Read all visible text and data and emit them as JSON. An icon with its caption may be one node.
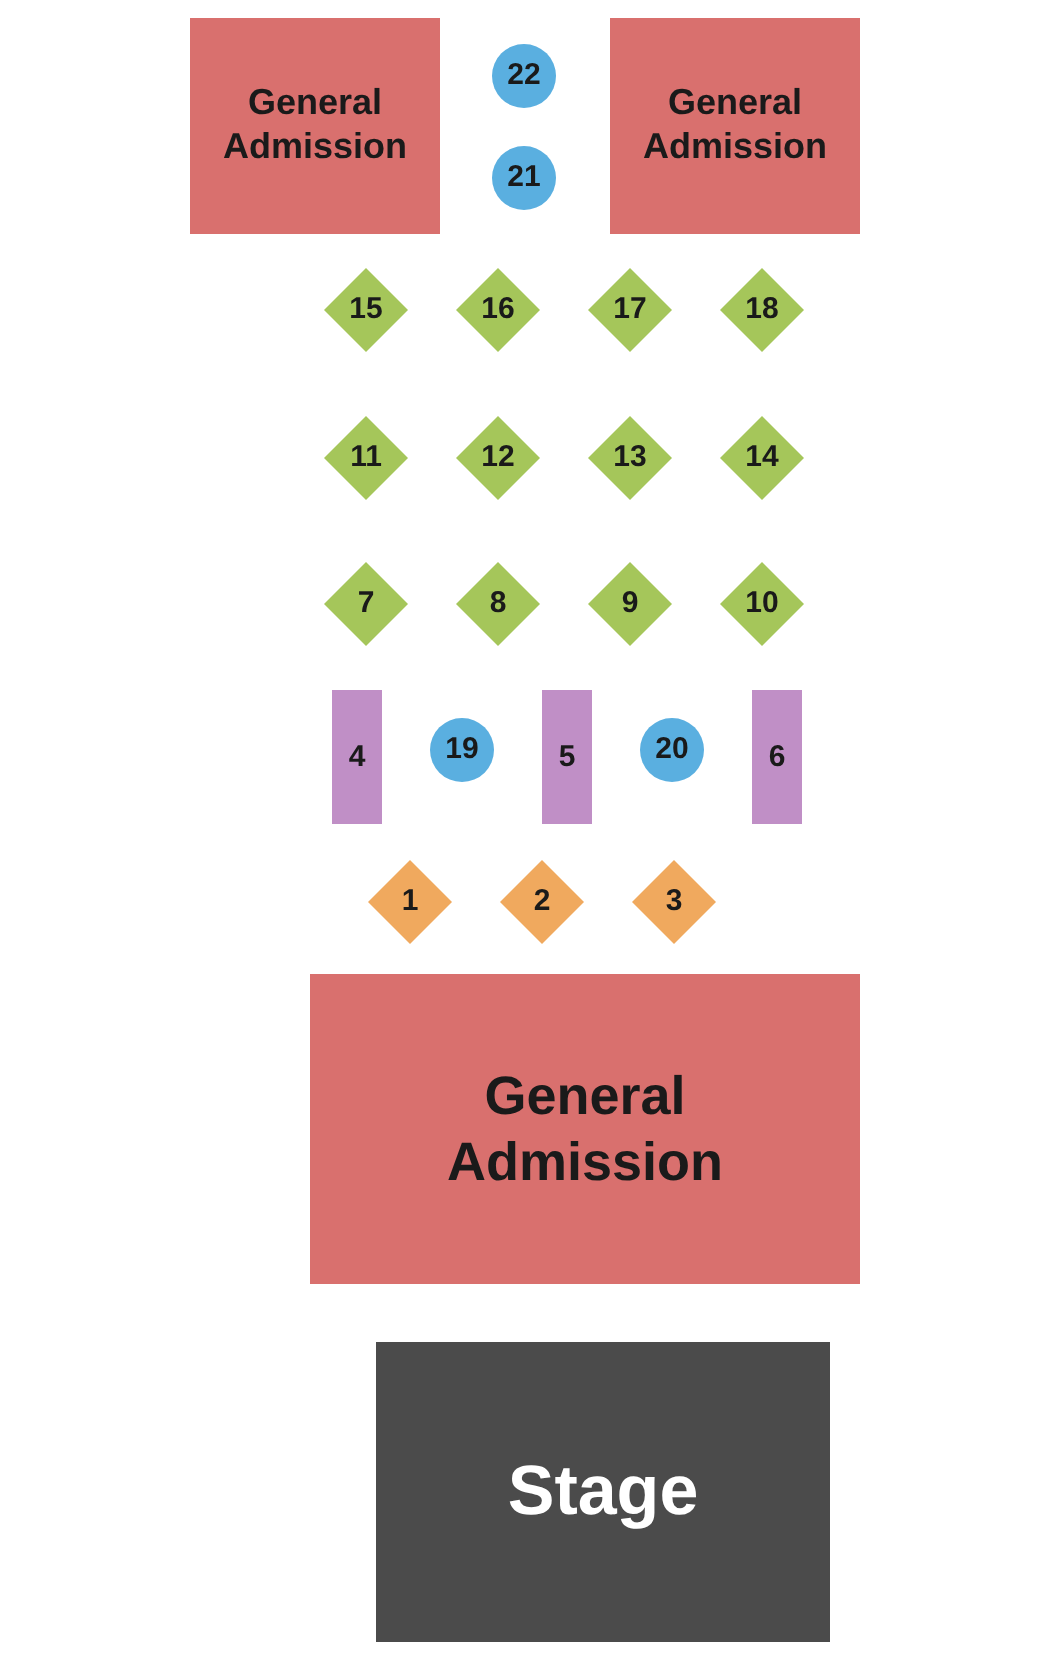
{
  "diagram": {
    "nodes": [
      {
        "text": [
          "General Admission"
        ]
      },
      {
        "text": [
          "22"
        ]
      },
      {
        "text": [
          "General Admission"
        ]
      },
      {
        "text": [
          "21"
        ]
      },
      {
        "text": [
          "15"
        ]
      },
      {
        "text": [
          "16"
        ]
      },
      {
        "text": [
          "17"
        ]
      },
      {
        "text": [
          "18"
        ]
      },
      {
        "text": [
          "11"
        ]
      },
      {
        "text": [
          "12"
        ]
      },
      {
        "text": [
          "13"
        ]
      },
      {
        "text": [
          "14"
        ]
      },
      {
        "text": [
          "7"
        ]
      },
      {
        "text": [
          "8"
        ]
      },
      {
        "text": [
          "9"
        ]
      },
      {
        "text": [
          "10"
        ]
      },
      {
        "text": [
          "4"
        ]
      },
      {
        "text": [
          "19"
        ]
      },
      {
        "text": [
          "5"
        ]
      },
      {
        "text": [
          "20"
        ]
      },
      {
        "text": [
          "6"
        ]
      },
      {
        "text": [
          "1"
        ]
      },
      {
        "text": [
          "2"
        ]
      },
      {
        "text": [
          "3"
        ]
      },
      {
        "text": [
          "General Admission"
        ]
      },
      {
        "text": [
          "Stage"
        ]
      }
    ]
  }
}
